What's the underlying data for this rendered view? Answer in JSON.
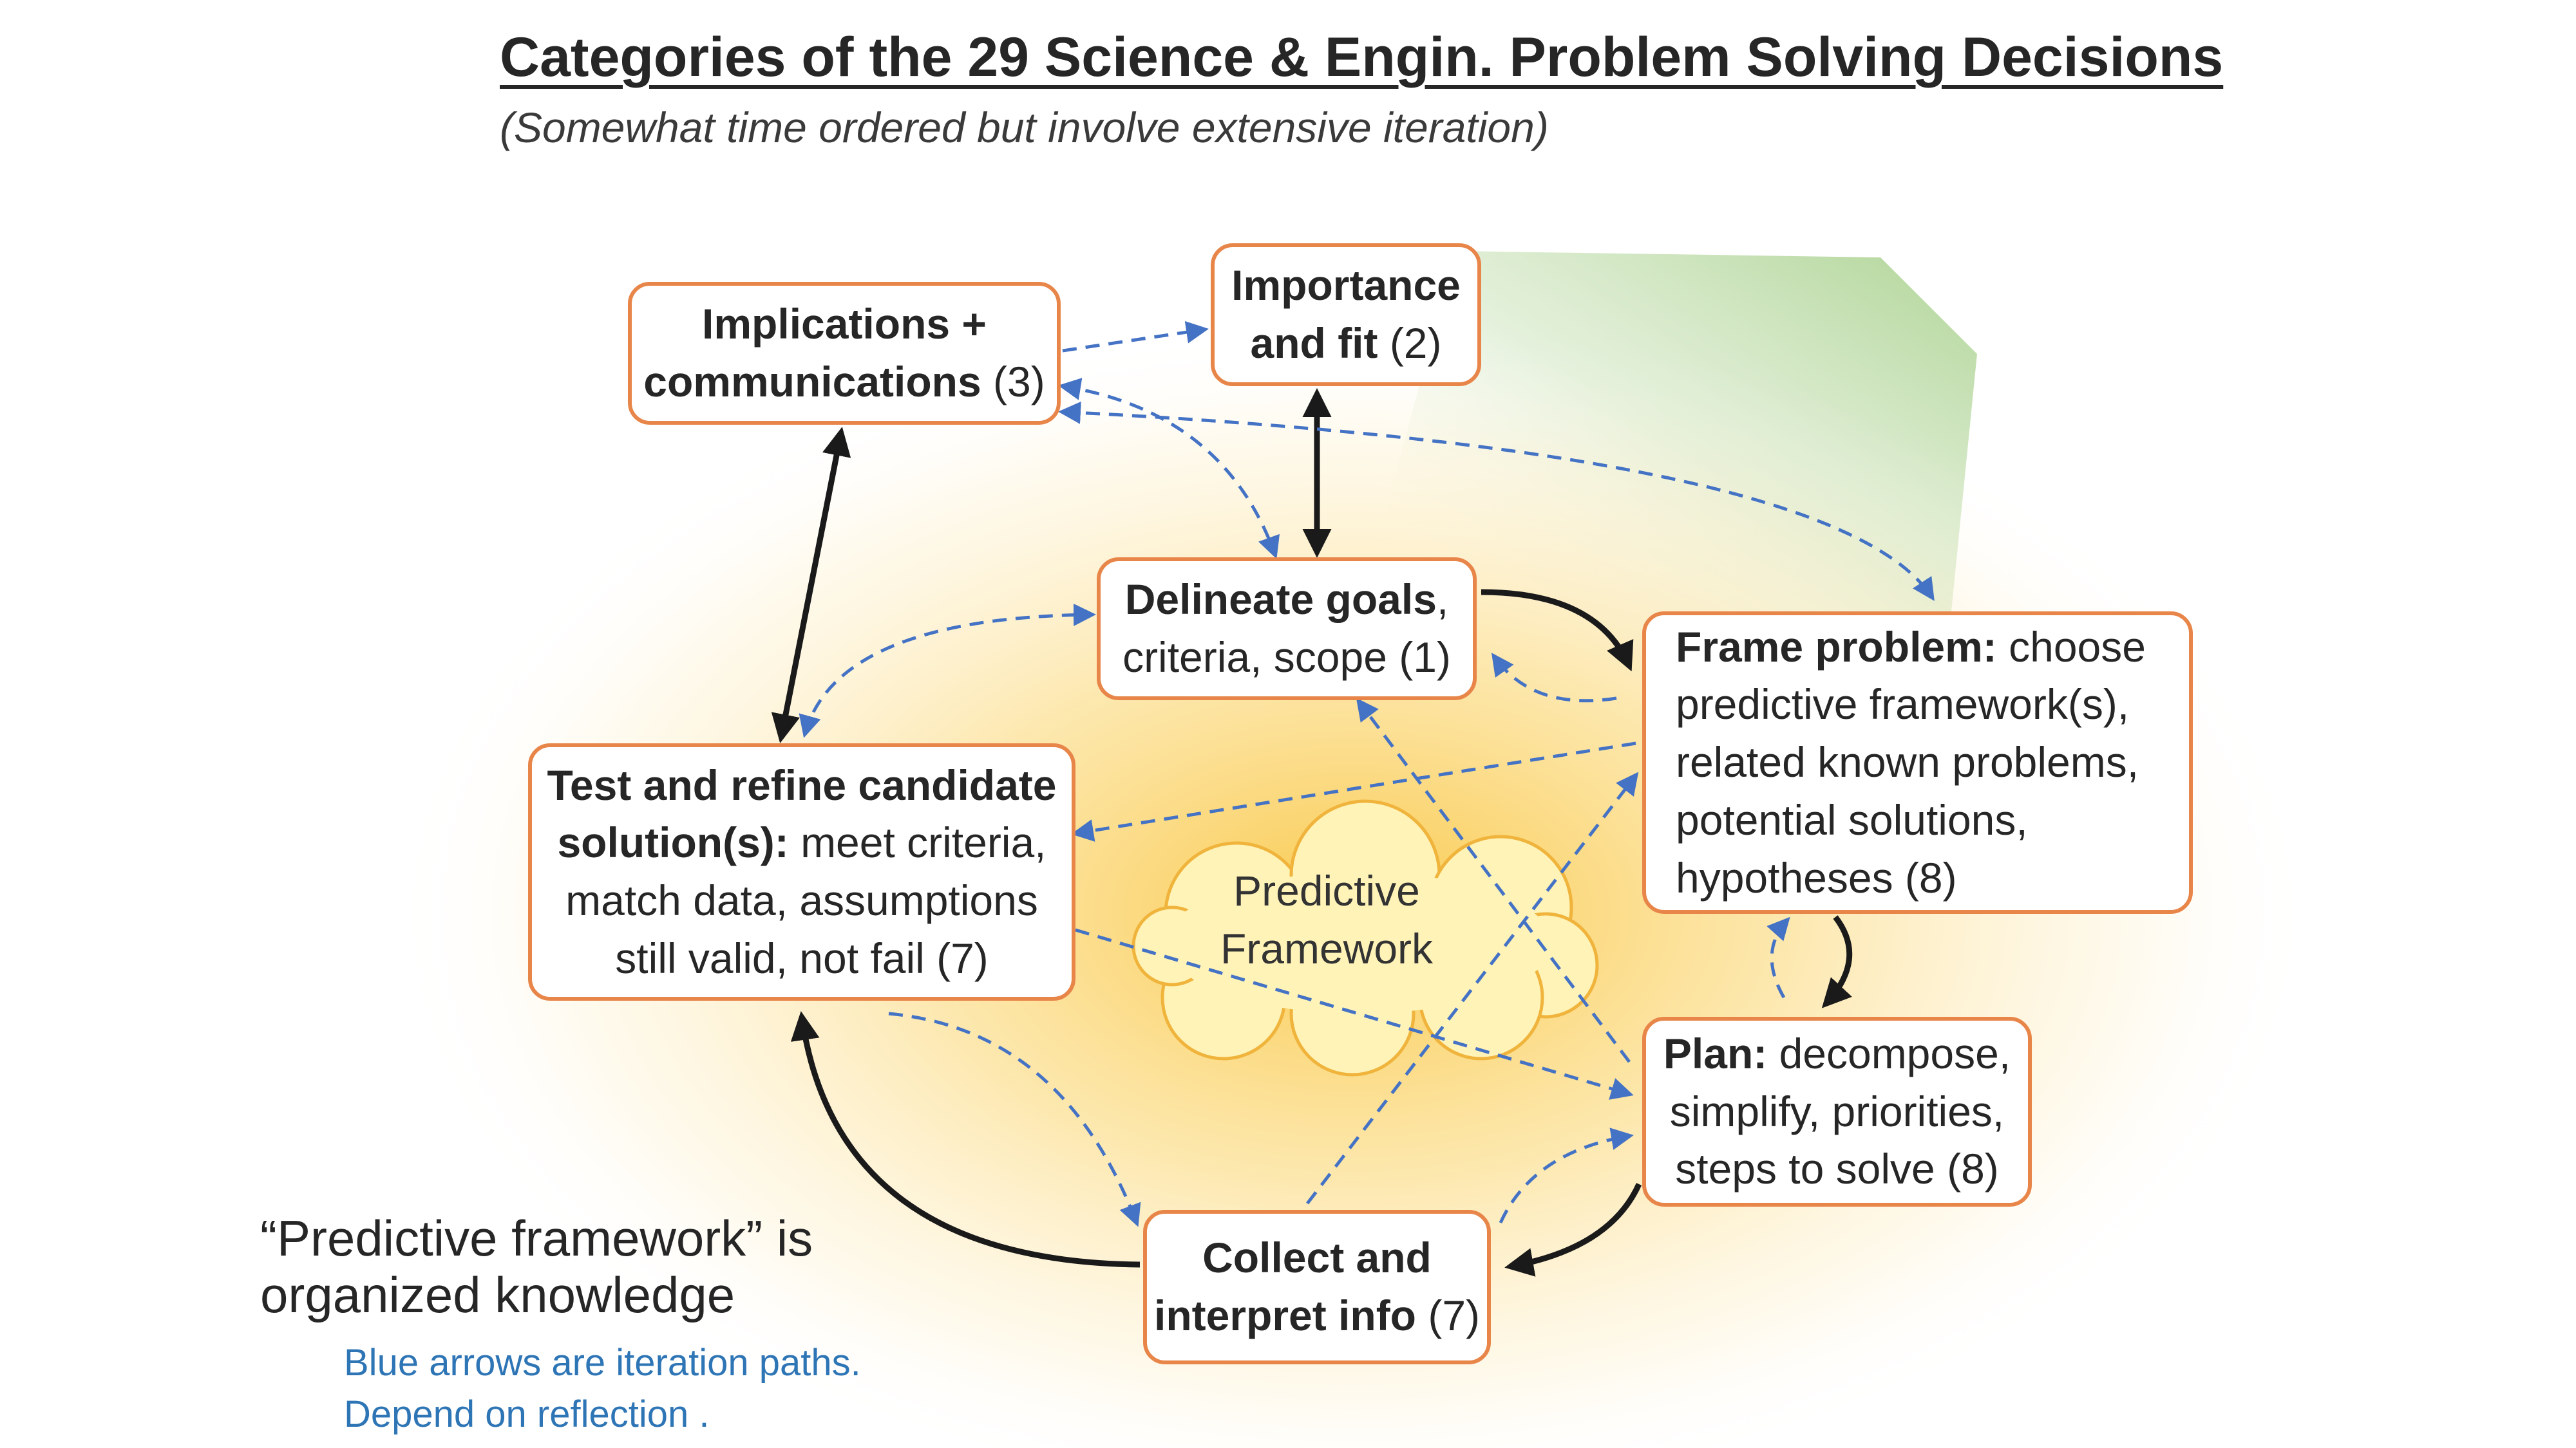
{
  "title": "Categories of the 29 Science & Engin. Problem Solving Decisions",
  "subtitle": "(Somewhat time ordered but involve extensive iteration)",
  "colors": {
    "box_border": "#e8864a",
    "black_arrow": "#1a1a1a",
    "blue_arrow": "#4472c4",
    "cloud_fill": "#fff3b8",
    "cloud_stroke": "#f0b43c",
    "glow_yellow": "#f9c642",
    "green_region": "#a9d18e",
    "note_blue": "#2e75b6"
  },
  "boxes": {
    "implications": {
      "line1": "Implications +",
      "line2_bold": "communications",
      "line2_rest": " (3)"
    },
    "importance": {
      "line1": "Importance",
      "line2_bold": "and fit",
      "line2_rest": " (2)"
    },
    "delineate": {
      "line1_bold": "Delineate goals",
      "line1_rest": ",",
      "line2": "criteria, scope (1)"
    },
    "frame": {
      "line1_bold": "Frame problem:",
      "line1_rest": " choose",
      "line2": "predictive framework(s),",
      "line3": "related known problems,",
      "line4": "potential solutions,",
      "line5": "hypotheses (8)"
    },
    "test": {
      "line1_bold": "Test and refine candidate",
      "line2_bold": "solution(s):",
      "line2_rest": " meet criteria,",
      "line3": "match data, assumptions",
      "line4": "still valid, not fail (7)"
    },
    "plan": {
      "line1_bold": "Plan:",
      "line1_rest": " decompose,",
      "line2": "simplify, priorities,",
      "line3": "steps to solve (8)"
    },
    "collect": {
      "line1_bold": "Collect and",
      "line2_bold": "interpret info",
      "line2_rest": " (7)"
    }
  },
  "cloud": {
    "line1": "Predictive",
    "line2": "Framework"
  },
  "notes": {
    "framework_line1": "“Predictive framework” is",
    "framework_line2": "organized knowledge",
    "blue_line1": "Blue arrows are iteration paths.",
    "blue_line2": "Depend on reflection ."
  }
}
